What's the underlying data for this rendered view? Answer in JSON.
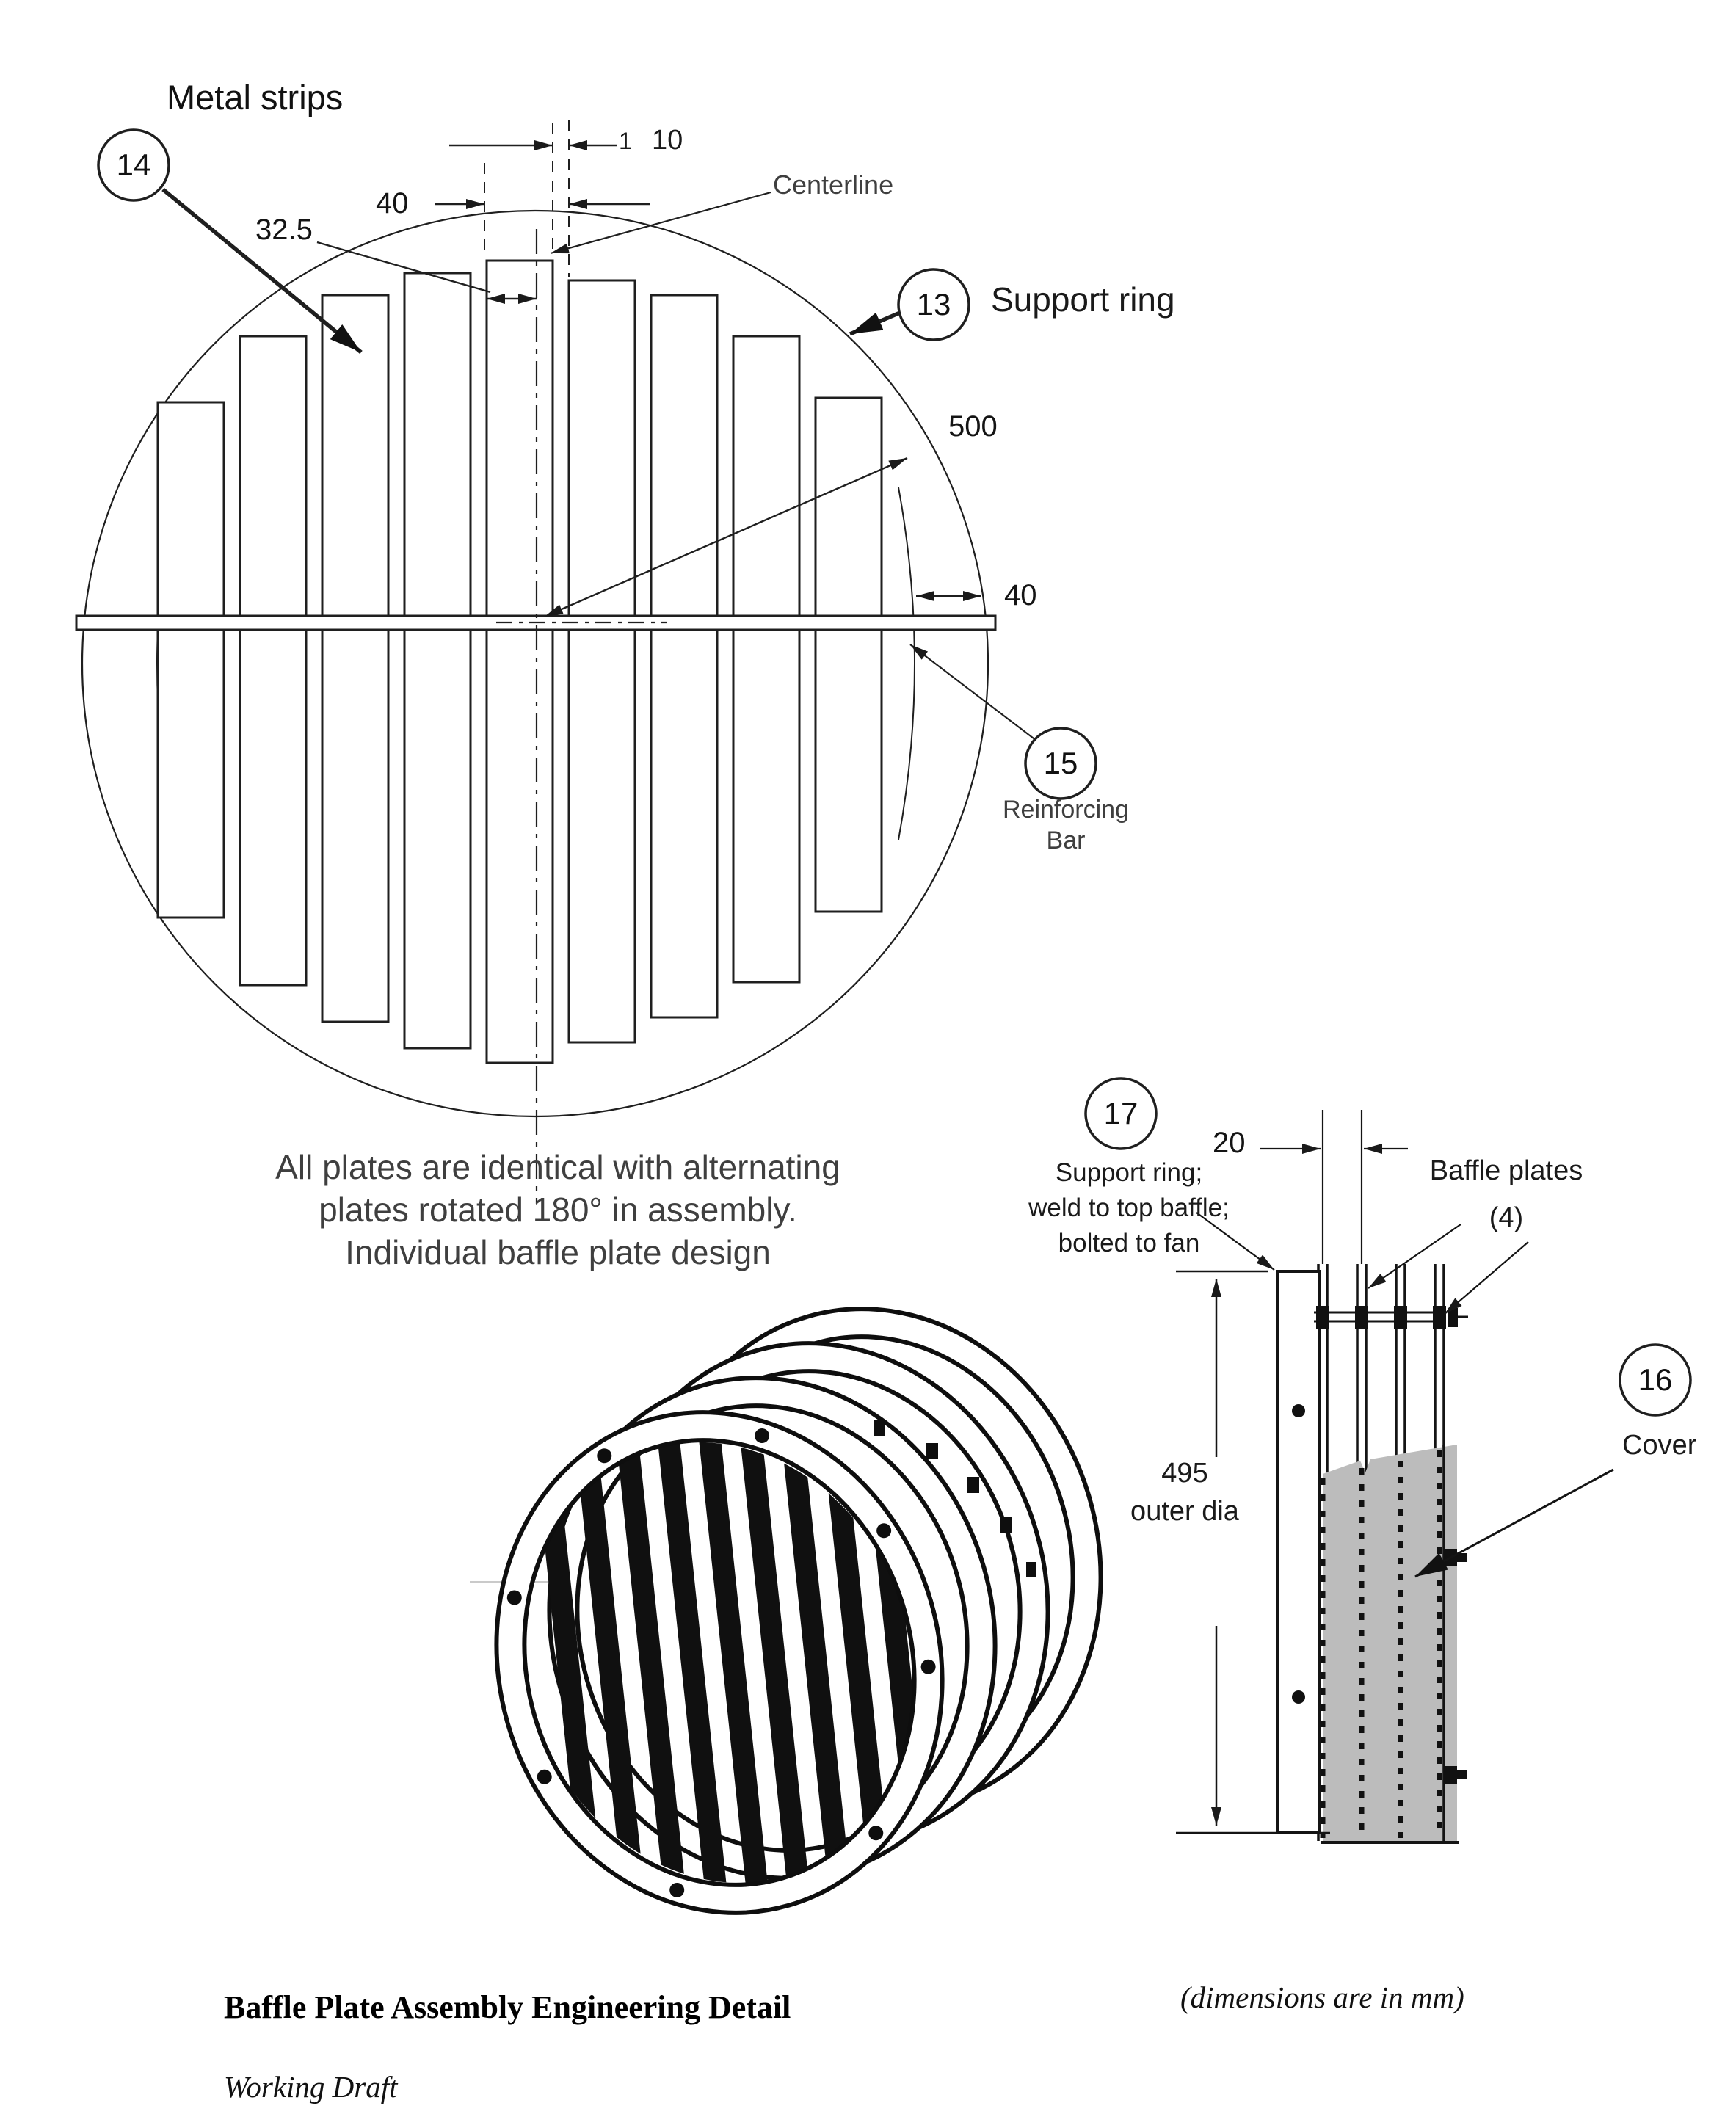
{
  "document": {
    "title": "Baffle Plate Assembly Engineering Detail",
    "subtitle": "Working Draft",
    "units_note": "(dimensions are in mm)"
  },
  "front_view": {
    "metal_strips_label": "Metal strips",
    "support_ring_label": "Support ring",
    "centerline_label": "Centerline",
    "reinforcing_bar_label_line1": "Reinforcing",
    "reinforcing_bar_label_line2": "Bar",
    "callouts": {
      "support_ring": "13",
      "metal_strips": "14",
      "reinforcing_bar": "15"
    },
    "dimensions": {
      "strip_pitch": "40",
      "strip_offset": "32.5",
      "edge_gap": "1",
      "strip_gap": "10",
      "outer_diameter": "500",
      "ring_width": "40"
    },
    "note_line1": "All plates are identical with alternating",
    "note_line2": "plates rotated 180° in assembly.",
    "note_line3": "Individual baffle plate design"
  },
  "section_view": {
    "callouts": {
      "support_ring_weld": "17",
      "cover": "16"
    },
    "support_ring_note_line1": "Support ring;",
    "support_ring_note_line2": "weld to top baffle;",
    "support_ring_note_line3": "bolted to fan",
    "plate_spacing_dim": "20",
    "baffle_plates_label_line1": "Baffle plates",
    "baffle_plates_label_line2": "(4)",
    "outer_dia_dim_line1": "495",
    "outer_dia_dim_line2": "outer dia",
    "cover_label": "Cover"
  },
  "colors": {
    "cover_fill": "#bcbcbc",
    "line": "#1a1a1a"
  }
}
